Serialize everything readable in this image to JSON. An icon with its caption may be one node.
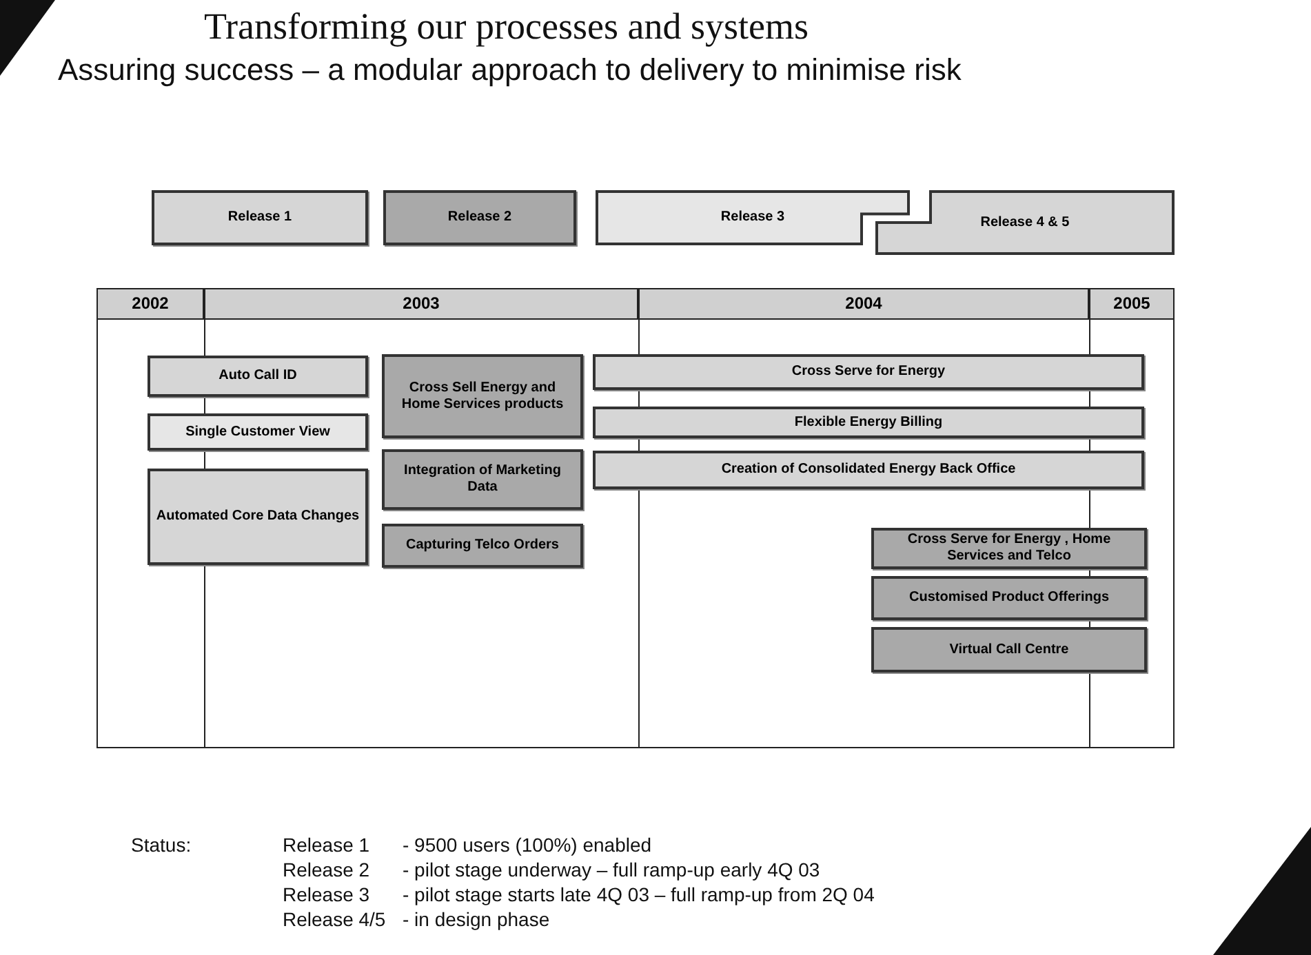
{
  "diagram": {
    "title": "Transforming our processes and systems",
    "caption": "Assuring success – a modular approach to delivery to minimise risk",
    "nodes": [
      {
        "text": [
          "Release 1"
        ]
      },
      {
        "text": [
          "Release 2"
        ]
      },
      {
        "text": [
          "Release 3"
        ]
      },
      {
        "text": [
          "Release 4 & 5"
        ]
      },
      {
        "text": [
          "2002"
        ]
      },
      {
        "text": [
          "2003"
        ]
      },
      {
        "text": [
          "2004"
        ]
      },
      {
        "text": [
          "2005"
        ]
      },
      {
        "text": [
          "Auto Call ID"
        ]
      },
      {
        "text": [
          "Single Customer View"
        ]
      },
      {
        "text": [
          "Automated Core Data Changes"
        ]
      },
      {
        "text": [
          "Cross Sell Energy and Home Services products"
        ]
      },
      {
        "text": [
          "Integration of Marketing Data"
        ]
      },
      {
        "text": [
          "Capturing Telco Orders"
        ]
      },
      {
        "text": [
          "Cross Serve for Energy"
        ]
      },
      {
        "text": [
          "Flexible Energy Billing"
        ]
      },
      {
        "text": [
          "Creation of Consolidated Energy Back Office"
        ]
      },
      {
        "text": [
          "Cross Serve for Energy , Home Services and Telco"
        ]
      },
      {
        "text": [
          "Customised Product Offerings"
        ]
      },
      {
        "text": [
          "Virtual Call Centre"
        ]
      }
    ],
    "edges": [],
    "labels": [
      "Status:",
      "Release 1",
      "- 9500 users (100%) enabled",
      "Release 2",
      "- pilot stage underway – full ramp-up early 4Q 03",
      "Release 3",
      "- pilot stage starts late 4Q 03 – full ramp-up from 2Q 04",
      "Release 4/5",
      "- in design phase"
    ]
  }
}
